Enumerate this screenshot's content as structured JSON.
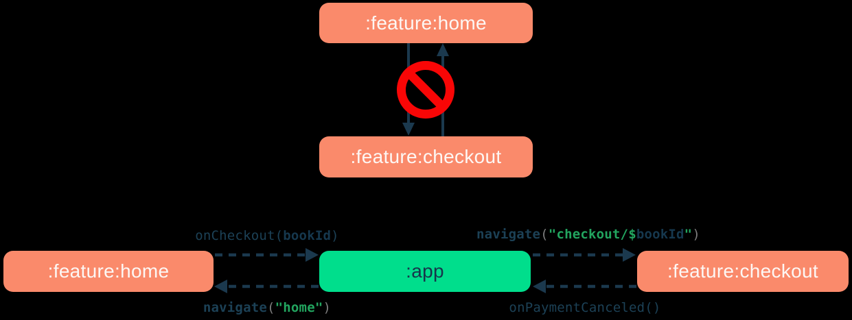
{
  "colors": {
    "background": "#000000",
    "feature_box": "#FA8A6B",
    "app_box": "#00DE8C",
    "arrow_navy": "#1B394E",
    "code_navy": "#1C4156",
    "string_green": "#22A55F",
    "paren_gray": "#7E7E7E",
    "no_entry_red": "#F90606",
    "box_text_light": "#FDF7F4",
    "box_text_dark": "#17354B"
  },
  "top_diagram": {
    "home_label": ":feature:home",
    "checkout_label": ":feature:checkout",
    "no_entry_icon": "no-entry"
  },
  "bottom_diagram": {
    "home_label": ":feature:home",
    "app_label": ":app",
    "checkout_label": ":feature:checkout",
    "calls": {
      "on_checkout": {
        "head": "onCheckout(",
        "arg": "bookId",
        "tail": ")"
      },
      "navigate_checkout": {
        "fn": "navigate",
        "open": "(",
        "str_head": "\"checkout/$",
        "variable": "bookId",
        "str_tail": "\"",
        "close": ")"
      },
      "navigate_home": {
        "fn": "navigate",
        "open": "(",
        "str": "\"home\"",
        "close": ")"
      },
      "on_payment_canceled": {
        "text": "onPaymentCanceled()"
      }
    }
  }
}
